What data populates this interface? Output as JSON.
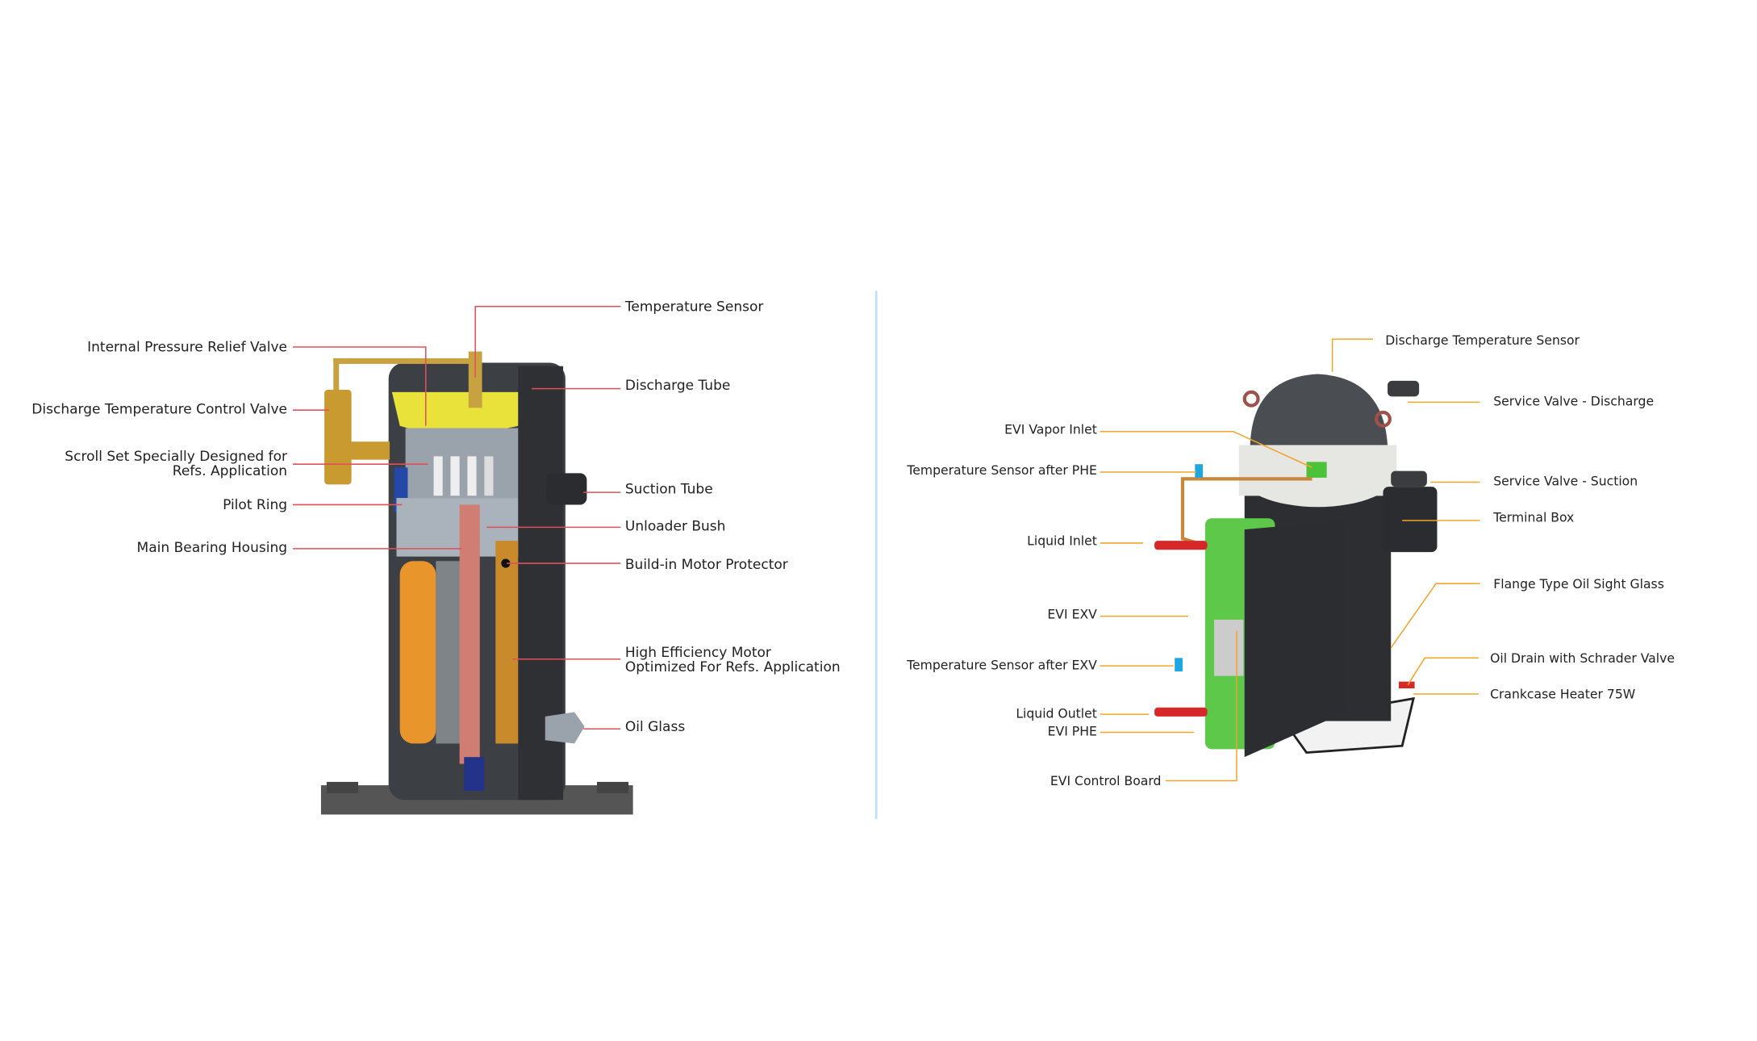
{
  "left_diagram": {
    "labels": {
      "temperature_sensor": "Temperature Sensor",
      "internal_pressure_relief_valve": "Internal Pressure Relief Valve",
      "discharge_temperature_control_valve": "Discharge Temperature Control Valve",
      "scroll_set_line1": "Scroll Set Specially Designed for",
      "scroll_set_line2": "Refs. Application",
      "pilot_ring": "Pilot Ring",
      "main_bearing_housing": "Main Bearing Housing",
      "discharge_tube": "Discharge Tube",
      "suction_tube": "Suction Tube",
      "unloader_bush": "Unloader Bush",
      "motor_protector": "Build-in Motor Protector",
      "motor_line1": "High Efficiency Motor",
      "motor_line2": "Optimized For Refs. Application",
      "oil_glass": "Oil Glass"
    }
  },
  "right_diagram": {
    "labels": {
      "discharge_temperature_sensor": "Discharge Temperature Sensor",
      "service_valve_discharge": "Service Valve - Discharge",
      "evi_vapor_inlet": "EVI Vapor Inlet",
      "temp_sensor_after_phe": "Temperature Sensor after PHE",
      "service_valve_suction": "Service Valve - Suction",
      "terminal_box": "Terminal Box",
      "liquid_inlet": "Liquid Inlet",
      "flange_oil_sight_glass": "Flange Type Oil Sight Glass",
      "evi_exv": "EVI EXV",
      "oil_drain": "Oil Drain with Schrader Valve",
      "temp_sensor_after_exv": "Temperature Sensor after EXV",
      "crankcase_heater": "Crankcase Heater 75W",
      "liquid_outlet": "Liquid Outlet",
      "evi_phe": "EVI PHE",
      "evi_control_board": "EVI Control Board"
    }
  },
  "colors": {
    "left_leader": "#e0505a",
    "right_leader": "#f0a62a",
    "divider": "#bfe3f2"
  }
}
